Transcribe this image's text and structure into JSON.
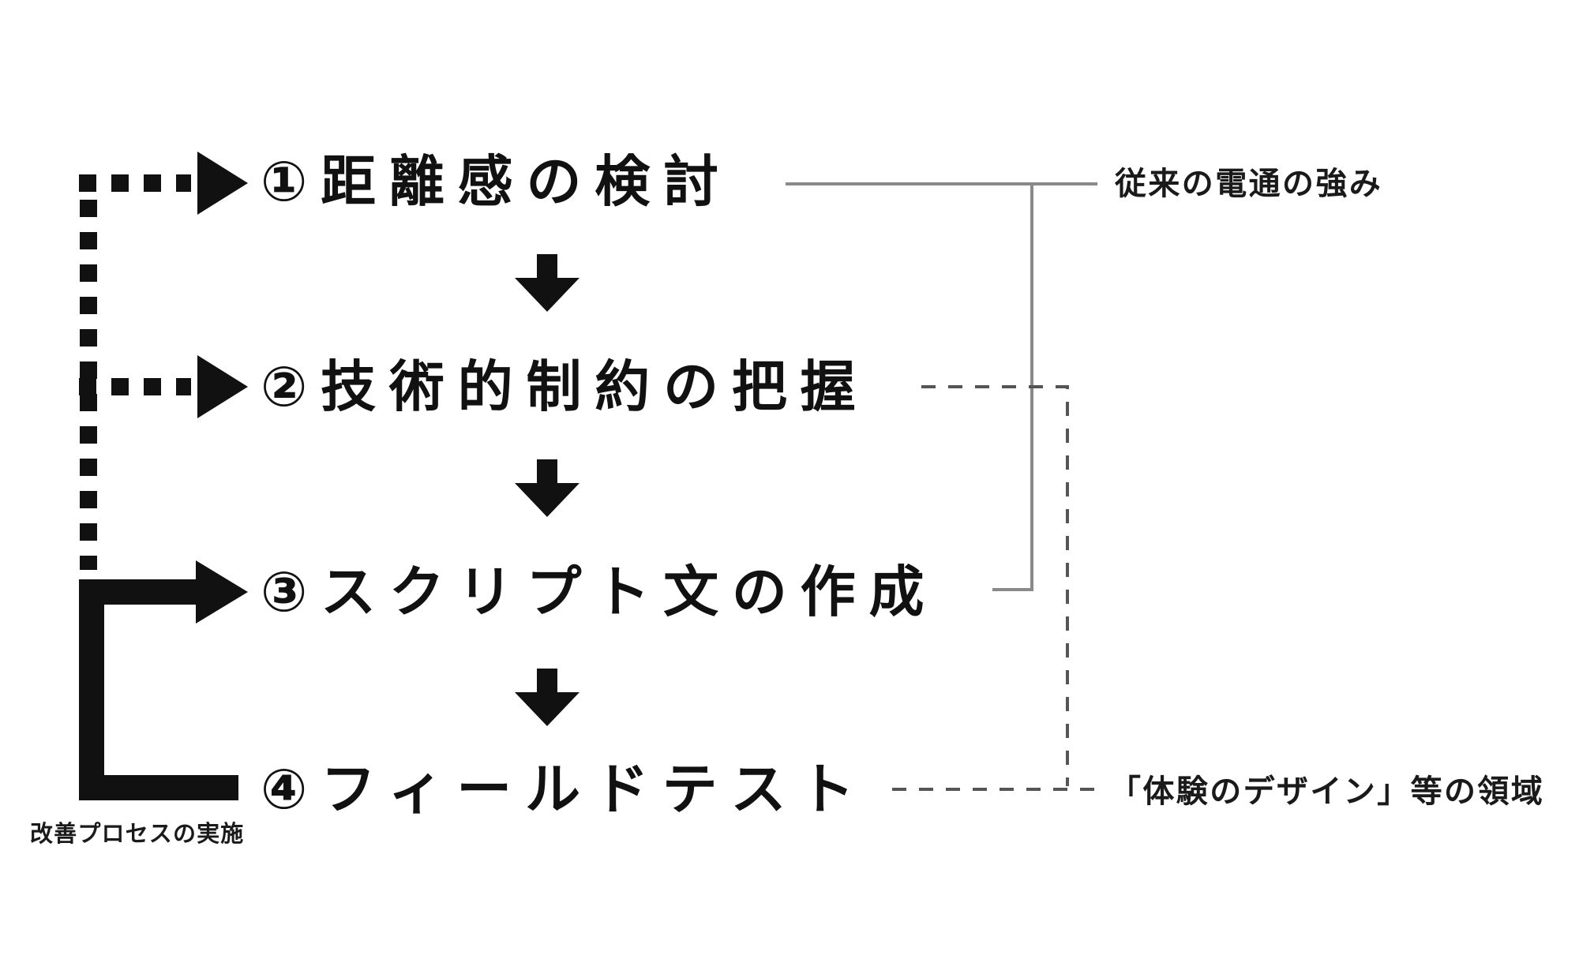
{
  "diagram": {
    "title_hidden": "",
    "steps": [
      {
        "id": 1,
        "label": "①距離感の検討"
      },
      {
        "id": 2,
        "label": "②技術的制約の把握"
      },
      {
        "id": 3,
        "label": "③スクリプト文の作成"
      },
      {
        "id": 4,
        "label": "④フィールドテスト"
      }
    ],
    "annotations": {
      "top_right": "従来の電通の強み",
      "bottom_right": "「体験のデザイン」等の領域",
      "bottom_left": "改善プロセスの実施"
    },
    "icons": {
      "flow_down_arrow": "down-arrow-icon",
      "dashed_entry_arrow": "dashed-right-arrow-icon",
      "feedback_loop_arrow": "loop-right-arrow-icon"
    },
    "colors": {
      "background": "#ffffff",
      "text": "#111111",
      "arrow_black": "#111111",
      "solid_connector": "#8a8a8a",
      "dashed_connector": "#555555"
    }
  }
}
